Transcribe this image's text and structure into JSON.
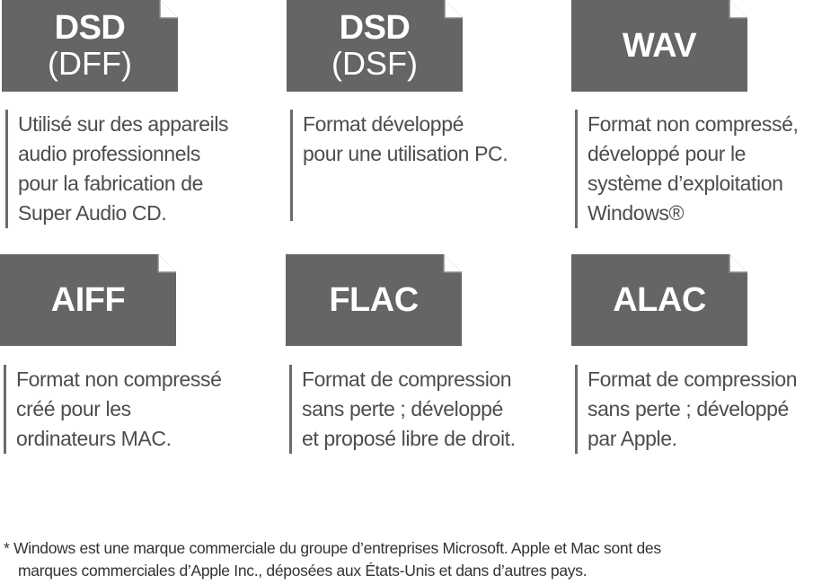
{
  "colors": {
    "file_fill": "#656565",
    "file_fold": "#8a8a8a",
    "text": "#4d4d4d",
    "rule": "#6b6b6b"
  },
  "formats": [
    {
      "name": "DSD",
      "sub": "(DFF)",
      "icon": "file-icon",
      "description": "Utilisé sur des appareils\naudio professionnels\npour la fabrication de\nSuper Audio CD."
    },
    {
      "name": "DSD",
      "sub": "(DSF)",
      "icon": "file-icon",
      "description": "Format développé\npour une utilisation PC."
    },
    {
      "name": "WAV",
      "sub": "",
      "icon": "file-icon",
      "description": "Format non compressé,\ndéveloppé pour le\nsystème d’exploitation\nWindows®"
    },
    {
      "name": "AIFF",
      "sub": "",
      "icon": "file-icon",
      "description": "Format non compressé\ncréé pour les\nordinateurs MAC."
    },
    {
      "name": "FLAC",
      "sub": "",
      "icon": "file-icon",
      "description": "Format de compression\nsans perte ; développé\net proposé libre de droit."
    },
    {
      "name": "ALAC",
      "sub": "",
      "icon": "file-icon",
      "description": "Format de compression\nsans perte ; développé\npar Apple."
    }
  ],
  "footnote": {
    "line1": "* Windows est une marque commerciale du groupe d’entreprises Microsoft. Apple et Mac sont des",
    "line2": "marques commerciales d’Apple Inc., déposées aux États-Unis et dans d’autres pays."
  }
}
